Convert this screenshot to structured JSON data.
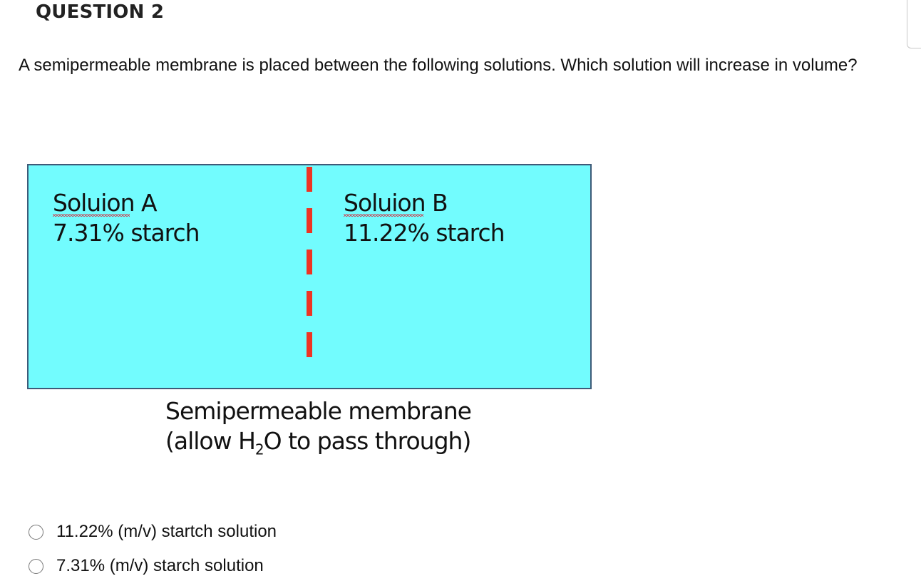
{
  "question": {
    "number_label": "QUESTION 2",
    "text": "A semipermeable membrane is placed between the following solutions. Which solution will increase in volume?"
  },
  "diagram": {
    "solution_a": {
      "name": "Soluion A",
      "concentration": "7.31% starch"
    },
    "solution_b": {
      "name": "Soluion B",
      "concentration": "11.22% starch"
    },
    "membrane_caption": {
      "line1": "Semipermeable membrane",
      "line2_prefix": "(allow H",
      "line2_sub": "2",
      "line2_suffix": "O to pass through)"
    },
    "colors": {
      "solution_fill": "#72fcfe",
      "membrane": "#ee3323",
      "border": "#3e5a78"
    }
  },
  "answers": [
    {
      "label": "11.22% (m/v) startch solution",
      "selected": false
    },
    {
      "label": "7.31% (m/v) starch solution",
      "selected": false
    }
  ]
}
